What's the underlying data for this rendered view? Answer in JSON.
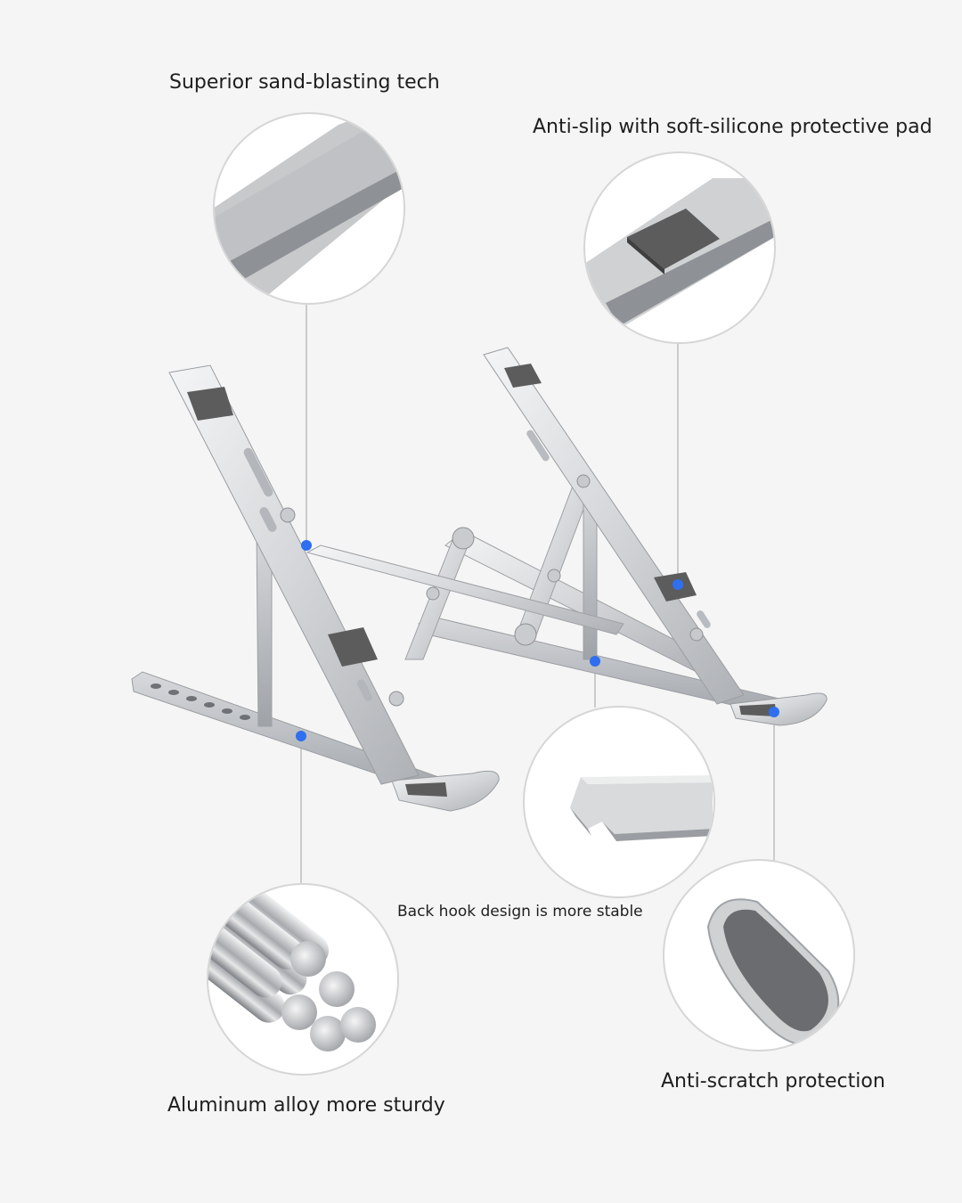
{
  "features": {
    "sand_blasting": "Superior sand-blasting tech",
    "anti_slip": "Anti-slip with soft-silicone protective pad",
    "back_hook": "Back hook design is more stable",
    "anti_scratch": "Anti-scratch protection",
    "aluminum": "Aluminum alloy more sturdy"
  },
  "colors": {
    "background": "#f5f5f5",
    "aluminum": "#cfd1d4",
    "pad": "#5c5c5c",
    "marker": "#2f6ff0"
  }
}
